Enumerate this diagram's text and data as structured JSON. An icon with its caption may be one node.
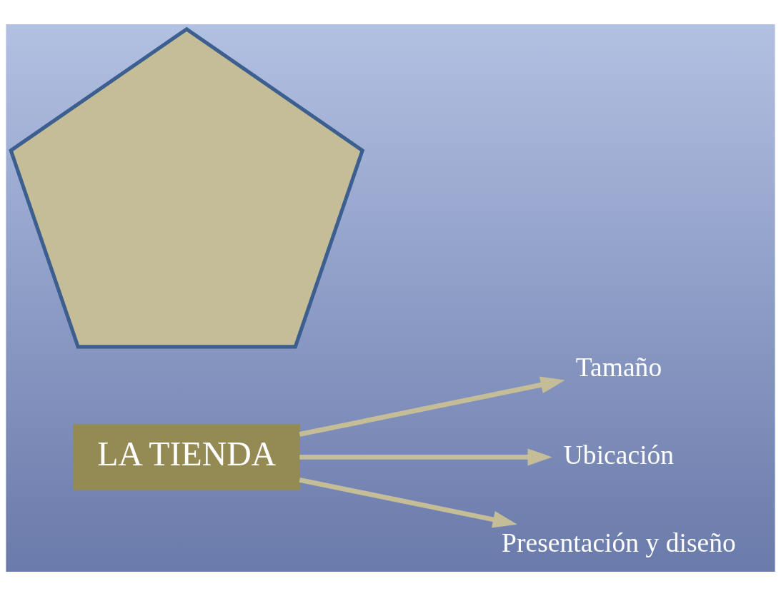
{
  "diagram": {
    "nodes": [
      {
        "text": [
          "LA TIENDA"
        ]
      },
      {
        "text": [
          "Tamaño"
        ]
      },
      {
        "text": [
          "Ubicación"
        ]
      },
      {
        "text": [
          "Presentación y diseño"
        ]
      },
      {
        "text": [],
        "shape": "pentagon"
      }
    ],
    "edges": [
      {
        "from": 0,
        "to": 1,
        "arrow": "to"
      },
      {
        "from": 0,
        "to": 2,
        "arrow": "to"
      },
      {
        "from": 0,
        "to": 3,
        "arrow": "to"
      }
    ]
  }
}
